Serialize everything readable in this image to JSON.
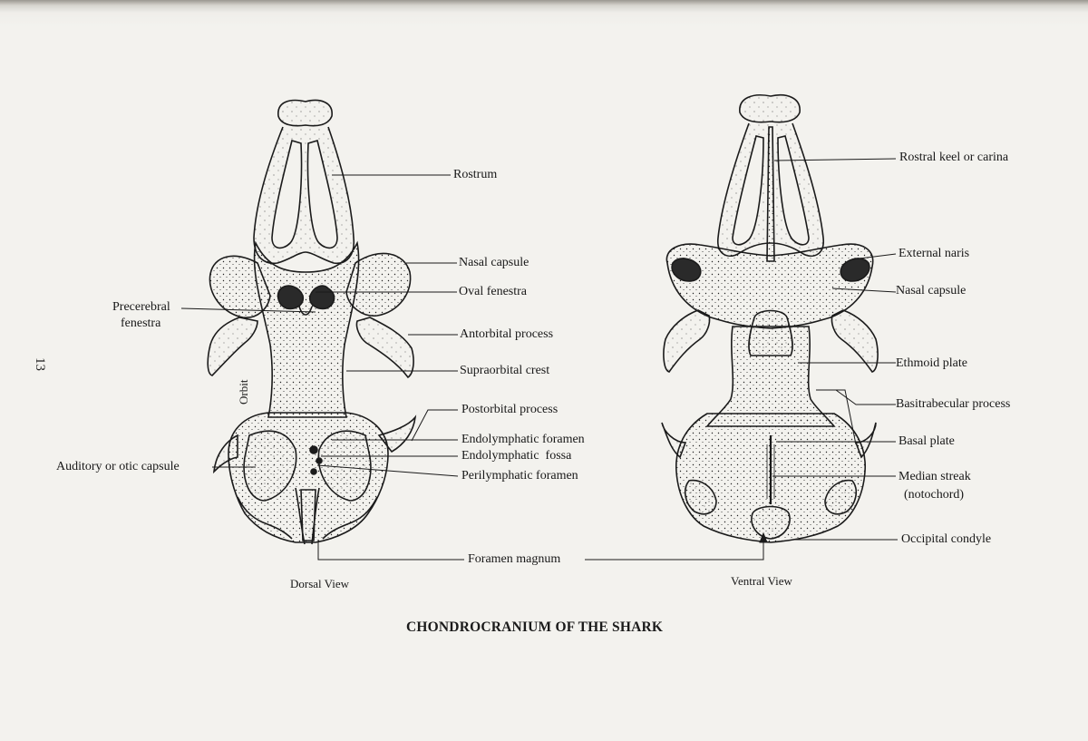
{
  "title": "CHONDROCRANIUM OF THE SHARK",
  "page_number": "13",
  "views": {
    "dorsal": "Dorsal View",
    "ventral": "Ventral View"
  },
  "labels": {
    "rostrum": "Rostrum",
    "nasal_capsule": "Nasal capsule",
    "oval_fenestra": "Oval fenestra",
    "precerebral_fenestra_1": "Precerebral",
    "precerebral_fenestra_2": "fenestra",
    "antorbital_process": "Antorbital process",
    "supraorbital_crest": "Supraorbital crest",
    "orbit": "Orbit",
    "postorbital_process": "Postorbital process",
    "endolymphatic_foramen": "Endolymphatic foramen",
    "endolymphatic_fossa": "Endolymphatic  fossa",
    "perilymphatic_foramen": "Perilymphatic foramen",
    "auditory_capsule": "Auditory or otic capsule",
    "foramen_magnum": "Foramen magnum",
    "rostral_keel": "Rostral keel or carina",
    "external_naris": "External naris",
    "nasal_capsule_ventral": "Nasal capsule",
    "ethmoid_plate": "Ethmoid plate",
    "basitrabecular_process": "Basitrabecular process",
    "basal_plate": "Basal plate",
    "median_streak_1": "Median streak",
    "median_streak_2": "(notochord)",
    "occipital_condyle": "Occipital condyle"
  },
  "colors": {
    "ink": "#1b1b1b",
    "paper": "#f3f2ee"
  }
}
